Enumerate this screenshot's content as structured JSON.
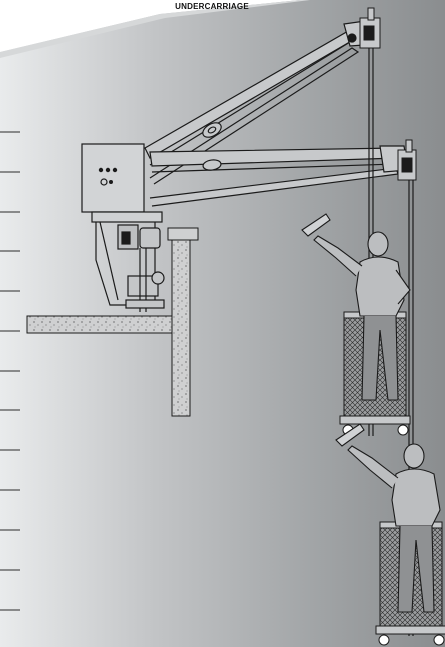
{
  "caption": "UNDERCARRIAGE",
  "colors": {
    "bg_light": "#e6e8ea",
    "bg_dark": "#8e9193",
    "white_band": "#ffffff",
    "line": "#1b1b1b",
    "concrete": "#c8c9ca",
    "panel": "#cfd1d3",
    "figure_fill": "#b8babc"
  },
  "icons": {
    "control_box": "control-panel-icon",
    "hoist": "hoist-icon",
    "squeegee": "squeegee-icon",
    "caster": "caster-wheel-icon"
  },
  "scale_ticks": 13,
  "platforms": 2,
  "workers": 2
}
